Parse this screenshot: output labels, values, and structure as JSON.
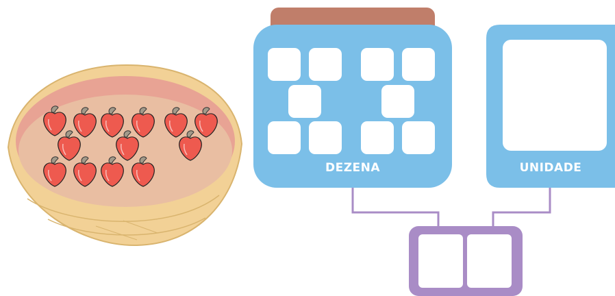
{
  "labels": {
    "dezena": "DEZENA",
    "unidade": "UNIDADE"
  },
  "counts": {
    "cashews_in_bowl": 13,
    "dezena_cells": 10,
    "unidade_cells": 1,
    "answer_boxes": 2
  },
  "colors": {
    "panel_blue": "#7bbfe8",
    "jar_lid": "#c07e6a",
    "connector_purple": "#a98cc6",
    "cashew_red": "#ee5a4f",
    "cashew_nut": "#a39a8a",
    "bowl_rim": "#f2d196",
    "bowl_inner": "#e8bba2",
    "white": "#ffffff"
  },
  "icons": {
    "bowl": "basket-icon",
    "fruit": "cashew-icon"
  }
}
